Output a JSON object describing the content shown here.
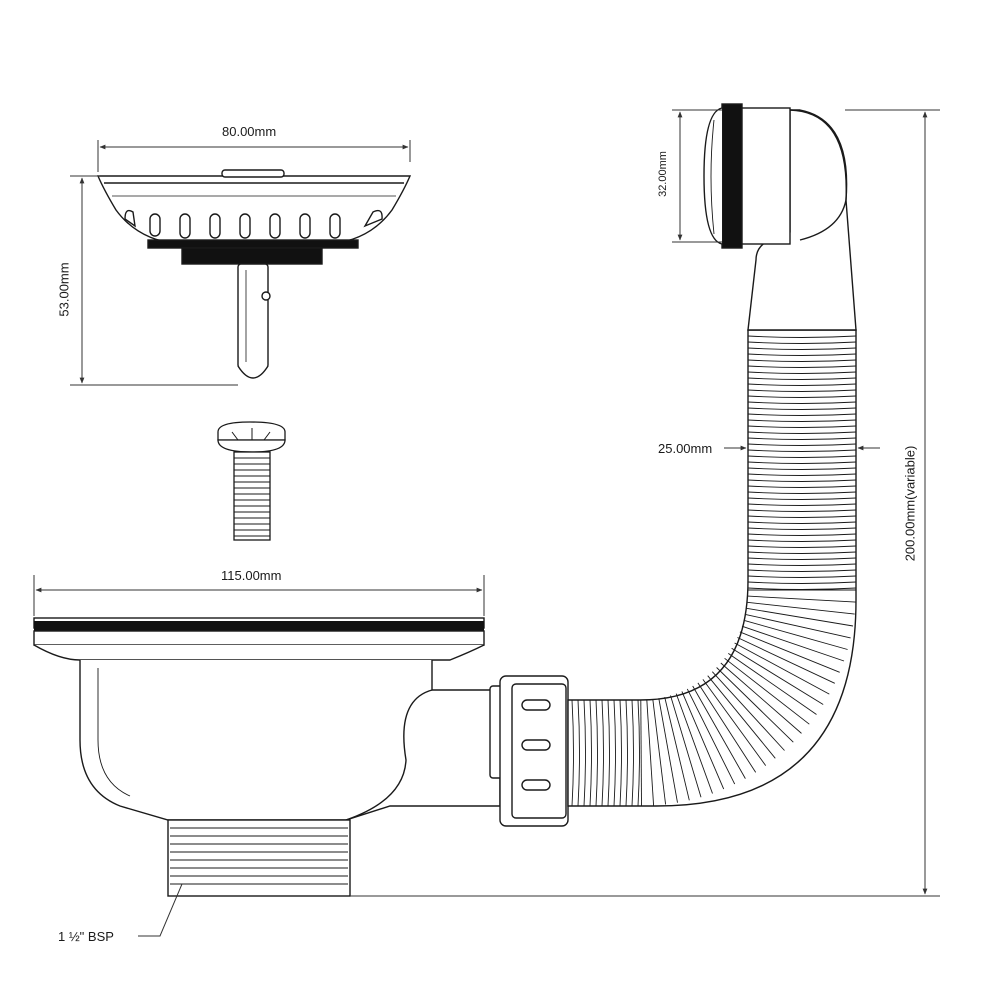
{
  "dimensions": {
    "strainer_basket_width": "80.00mm",
    "strainer_height": "53.00mm",
    "flange_width": "115.00mm",
    "overflow_diameter": "32.00mm",
    "hose_diameter": "25.00mm",
    "overall_height": "200.00mm(variable)",
    "outlet_thread": "1 ½\" BSP"
  },
  "colors": {
    "line": "#1a1a1a",
    "dim_line": "#333333",
    "fill": "#ffffff",
    "dark_part": "#111111"
  }
}
